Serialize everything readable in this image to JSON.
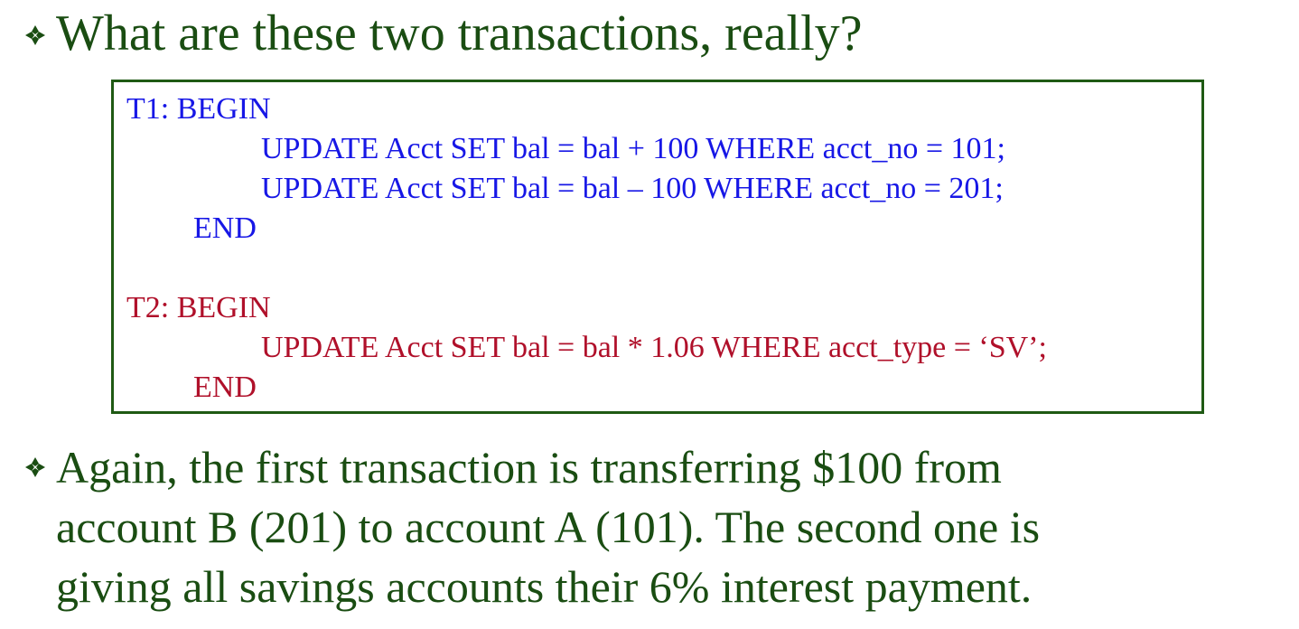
{
  "heading": "What are these two transactions, really?",
  "code": {
    "t1": {
      "begin": "T1:  BEGIN",
      "stmt1": "UPDATE Acct SET bal = bal + 100 WHERE acct_no = 101;",
      "stmt2": "UPDATE Acct SET bal = bal – 100 WHERE acct_no = 201;",
      "end": "END"
    },
    "t2": {
      "begin": "T2:  BEGIN",
      "stmt1": "UPDATE Acct SET bal = bal * 1.06 WHERE acct_type = ‘SV’;",
      "end": "END"
    }
  },
  "explanation": {
    "line1": "Again, the first transaction is transferring $100 from",
    "line2": "account B (201) to account A (101).  The second one is",
    "line3": "giving all savings accounts their 6% interest payment."
  },
  "colors": {
    "text": "#1a4d12",
    "t1": "#1717e6",
    "t2": "#b0102a",
    "box_border": "#1f5a14"
  },
  "icons": {
    "bullet": "diamond-bullet-icon"
  }
}
